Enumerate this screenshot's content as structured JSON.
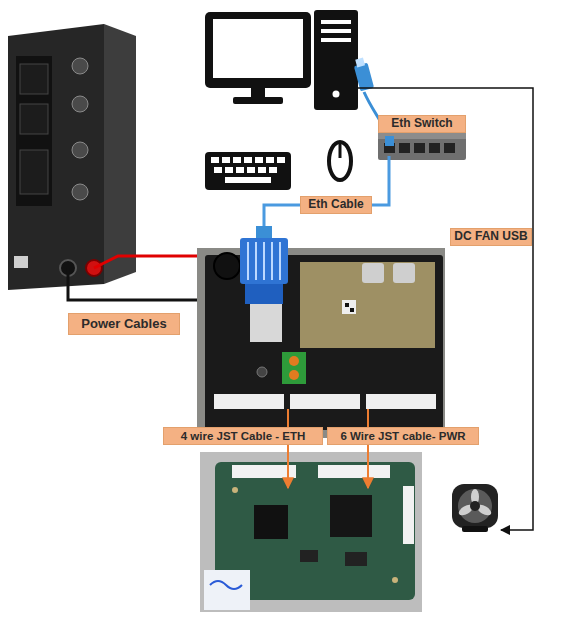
{
  "diagram": {
    "nodes": [
      {
        "text": [
          "Eth Switch"
        ]
      },
      {
        "text": [
          "Eth Cable"
        ]
      },
      {
        "text": [
          "DC FAN USB"
        ]
      },
      {
        "text": [
          "Power Cables"
        ]
      },
      {
        "text": [
          "4 wire JST Cable - ETH"
        ]
      },
      {
        "text": [
          "6 Wire JST cable- PWR"
        ]
      }
    ]
  }
}
